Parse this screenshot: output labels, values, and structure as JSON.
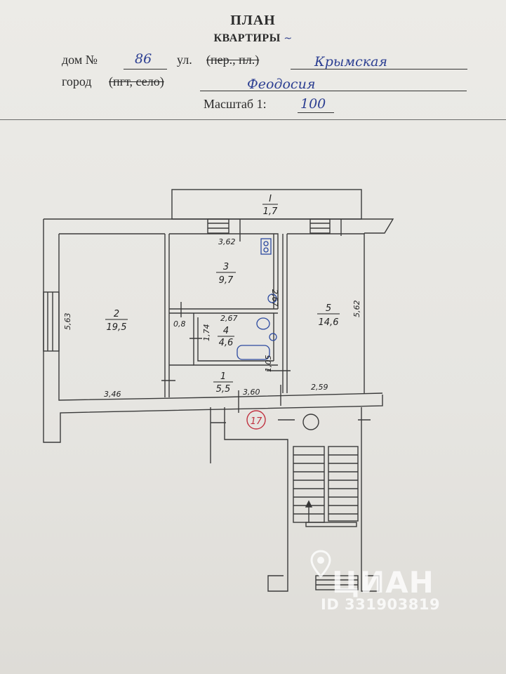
{
  "header": {
    "title": "ПЛАН",
    "subtitle": "КВАРТИРЫ",
    "subtitle_mark": "~",
    "house_label": "дом №",
    "house_value": "86",
    "street_label": "ул.",
    "street_struck": "(пер., пл.)",
    "street_value": "Крымская",
    "city_label": "город",
    "city_struck": "(пгт, село)",
    "city_value": "Феодосия",
    "scale_label": "Масштаб 1:",
    "scale_value": "100"
  },
  "rooms": [
    {
      "id": "I",
      "area": "1,7"
    },
    {
      "id": "2",
      "area": "19,5"
    },
    {
      "id": "3",
      "area": "9,7"
    },
    {
      "id": "4",
      "area": "4,6"
    },
    {
      "id": "5",
      "area": "14,6"
    },
    {
      "id": "1",
      "area": "5,5"
    }
  ],
  "dimensions": [
    "3,62",
    "2,67",
    "5,63",
    "0,8",
    "1,74",
    "2,67",
    "5,62",
    "3,46",
    "3,60",
    "2,59",
    "1,05"
  ],
  "apartment_number": "17",
  "watermark": {
    "brand": "ЦИАН",
    "listing_id": "ID 331903819"
  },
  "colors": {
    "ink": "#2a2a2a",
    "handwriting": "#2c3f92",
    "stamp": "#c0303f",
    "fixtures": "#2c4aa0"
  }
}
